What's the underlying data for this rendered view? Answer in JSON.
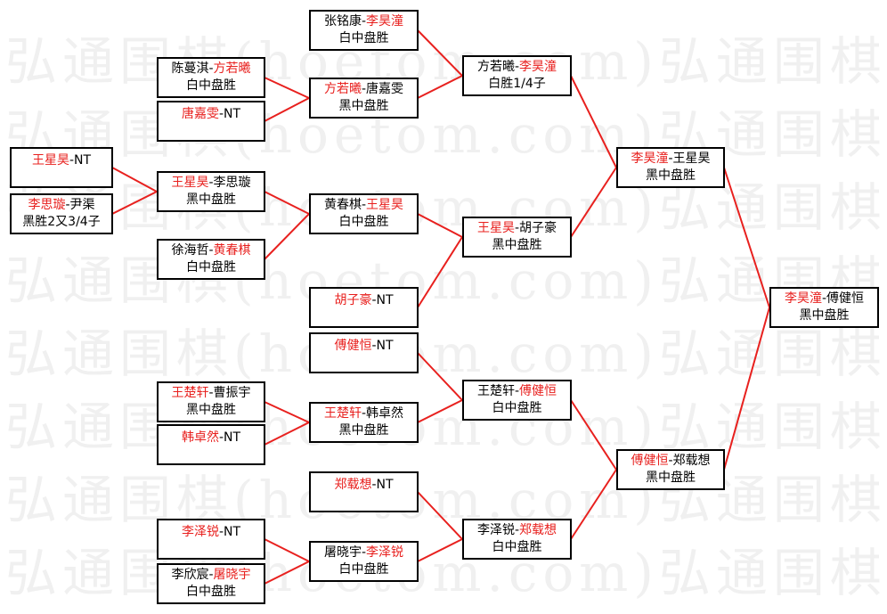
{
  "watermark": "弘通围棋(hoetom.com)弘通围棋(hoetom.com)弘通围棋",
  "colors": {
    "winner": "#e8201e",
    "line": "#e8201e",
    "text": "#000000",
    "border": "#000000"
  },
  "matches": {
    "r1_top": {
      "left": "王星昊",
      "sep": "-",
      "right": "NT",
      "winner": "left",
      "result": ""
    },
    "r1_bottom": {
      "left": "李思璇",
      "sep": "-",
      "right": "尹渠",
      "winner": "left",
      "result": "黑胜2又3/4子"
    },
    "r2_1": {
      "left": "陈蔓淇",
      "sep": "-",
      "right": "方若曦",
      "winner": "right",
      "result": "白中盘胜"
    },
    "r2_2": {
      "left": "唐嘉雯",
      "sep": "-",
      "right": "NT",
      "winner": "left",
      "result": ""
    },
    "r2_3": {
      "left": "王星昊",
      "sep": "-",
      "right": "李思璇",
      "winner": "left",
      "result": "黑中盘胜"
    },
    "r2_4": {
      "left": "徐海哲",
      "sep": "-",
      "right": "黄春棋",
      "winner": "right",
      "result": "白中盘胜"
    },
    "r2_5": {
      "left": "王楚轩",
      "sep": "-",
      "right": "曹振宇",
      "winner": "left",
      "result": "黑中盘胜"
    },
    "r2_6": {
      "left": "韩卓然",
      "sep": "-",
      "right": "NT",
      "winner": "left",
      "result": ""
    },
    "r2_7": {
      "left": "李泽锐",
      "sep": "-",
      "right": "NT",
      "winner": "left",
      "result": ""
    },
    "r2_8": {
      "left": "李欣宸",
      "sep": "-",
      "right": "屠晓宇",
      "winner": "right",
      "result": "白中盘胜"
    },
    "r3_1": {
      "left": "张铭康",
      "sep": "-",
      "right": "李昊潼",
      "winner": "right",
      "result": "白中盘胜"
    },
    "r3_2": {
      "left": "方若曦",
      "sep": "-",
      "right": "唐嘉雯",
      "winner": "left",
      "result": "黑中盘胜"
    },
    "r3_3": {
      "left": "黄春棋",
      "sep": "-",
      "right": "王星昊",
      "winner": "right",
      "result": "白中盘胜"
    },
    "r3_4": {
      "left": "胡子豪",
      "sep": "-",
      "right": "NT",
      "winner": "left",
      "result": ""
    },
    "r3_5": {
      "left": "傅健恒",
      "sep": "-",
      "right": "NT",
      "winner": "left",
      "result": ""
    },
    "r3_6": {
      "left": "王楚轩",
      "sep": "-",
      "right": "韩卓然",
      "winner": "left",
      "result": "黑中盘胜"
    },
    "r3_7": {
      "left": "郑载想",
      "sep": "-",
      "right": "NT",
      "winner": "left",
      "result": ""
    },
    "r3_8": {
      "left": "屠晓宇",
      "sep": "-",
      "right": "李泽锐",
      "winner": "right",
      "result": "白中盘胜"
    },
    "r4_1": {
      "left": "方若曦",
      "sep": "-",
      "right": "李昊潼",
      "winner": "right",
      "result": "白胜1/4子"
    },
    "r4_2": {
      "left": "王星昊",
      "sep": "-",
      "right": "胡子豪",
      "winner": "left",
      "result": "黑中盘胜"
    },
    "r4_3": {
      "left": "王楚轩",
      "sep": "-",
      "right": "傅健恒",
      "winner": "right",
      "result": "白中盘胜"
    },
    "r4_4": {
      "left": "李泽锐",
      "sep": "-",
      "right": "郑载想",
      "winner": "right",
      "result": "白中盘胜"
    },
    "r5_1": {
      "left": "李昊潼",
      "sep": "-",
      "right": "王星昊",
      "winner": "left",
      "result": "黑中盘胜"
    },
    "r5_2": {
      "left": "傅健恒",
      "sep": "-",
      "right": "郑载想",
      "winner": "left",
      "result": "黑中盘胜"
    },
    "final": {
      "left": "李昊潼",
      "sep": "-",
      "right": "傅健恒",
      "winner": "left",
      "result": "黑中盘胜"
    }
  }
}
